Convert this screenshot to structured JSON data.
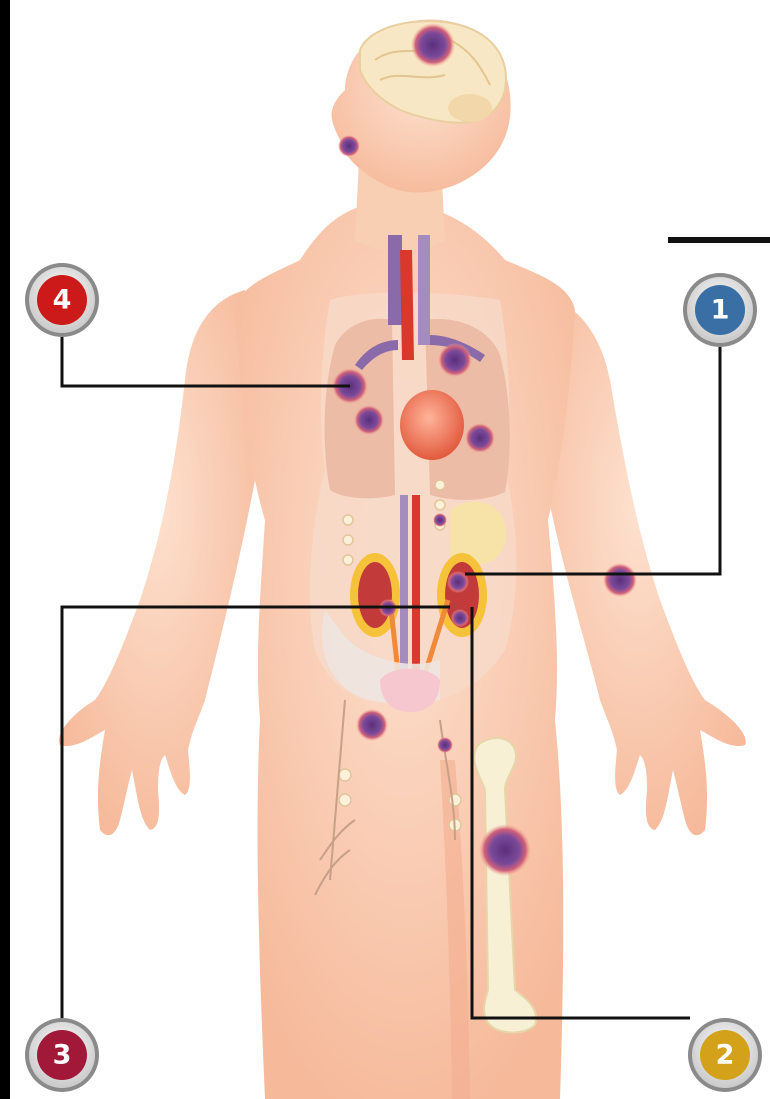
{
  "markers": [
    {
      "id": "marker-1",
      "label": "1",
      "color": "#3a6fa6"
    },
    {
      "id": "marker-2",
      "label": "2",
      "color": "#d3a21a"
    },
    {
      "id": "marker-3",
      "label": "3",
      "color": "#a11838"
    },
    {
      "id": "marker-4",
      "label": "4",
      "color": "#cc1a1a"
    }
  ],
  "colors": {
    "skin": "#f8c4a4",
    "skin_light": "#fde3d2",
    "torso_cavity": "#f9d9c6",
    "lung": "#eec0a6",
    "heart": "#f08a6a",
    "artery": "#d8392c",
    "vein": "#6a5a9a",
    "kidney": "#c23a3a",
    "tumor": "#6b3a8c",
    "tumor_glow": "#e06a5a",
    "bone": "#f4edd0",
    "brain": "#f6e6c8",
    "pointer_line": "#111111",
    "side_bar": "#000000"
  }
}
